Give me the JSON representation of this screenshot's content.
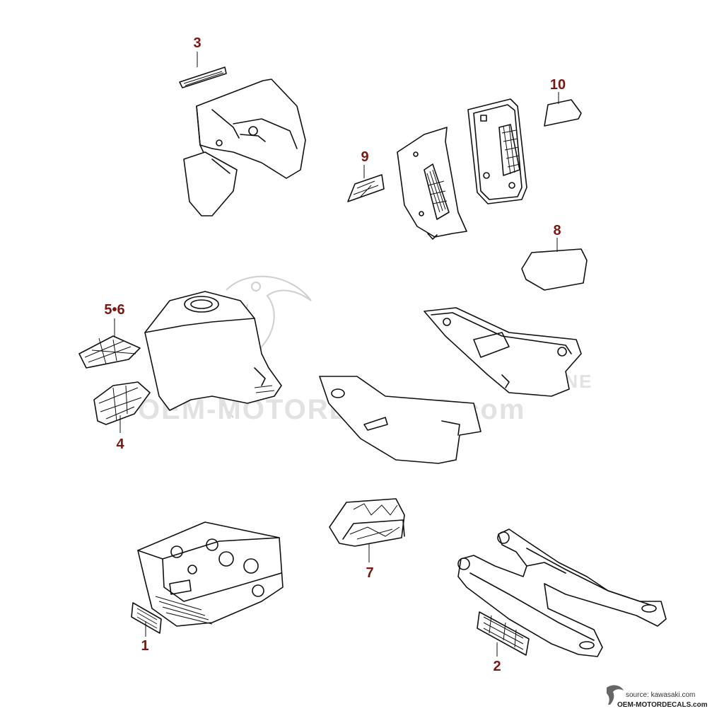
{
  "colors": {
    "callout": "#7a1712",
    "line": "#111111",
    "watermark": "#d9d9d9"
  },
  "callouts": [
    {
      "id": "c3",
      "label": "3"
    },
    {
      "id": "c10",
      "label": "10"
    },
    {
      "id": "c9",
      "label": "9"
    },
    {
      "id": "c8",
      "label": "8"
    },
    {
      "id": "c56",
      "label": "5•6"
    },
    {
      "id": "c4",
      "label": "4"
    },
    {
      "id": "c7",
      "label": "7"
    },
    {
      "id": "c1",
      "label": "1"
    },
    {
      "id": "c2",
      "label": "2"
    }
  ],
  "watermark": {
    "text": "OEM-MOTORDECALS.com",
    "genuine": "GENUINE"
  },
  "footer": {
    "source": "source: kawasaki.com",
    "site": "OEM-MOTORDECALS.com"
  }
}
